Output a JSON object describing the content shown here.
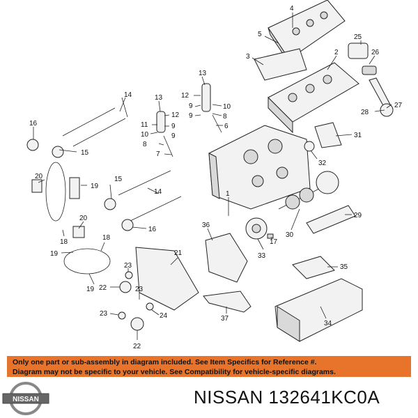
{
  "callouts": [
    "1",
    "2",
    "3",
    "4",
    "5",
    "6",
    "7",
    "8",
    "9",
    "10",
    "11",
    "12",
    "13",
    "14",
    "15",
    "16",
    "17",
    "18",
    "19",
    "20",
    "21",
    "22",
    "23",
    "24",
    "25",
    "26",
    "27",
    "28",
    "29",
    "30",
    "31",
    "32",
    "33",
    "34",
    "35",
    "36",
    "37"
  ],
  "notice": {
    "line1": "Only one part or sub-assembly in diagram included. See Item Specifics for Reference #.",
    "line2": "Diagram may not be specific to your vehicle. See Compatibility for vehicle-specific diagrams."
  },
  "brand": {
    "logo_text": "NISSAN"
  },
  "title": "NISSAN 132641KC0A",
  "colors": {
    "notice_bg": "#e8732a",
    "text": "#111111"
  }
}
